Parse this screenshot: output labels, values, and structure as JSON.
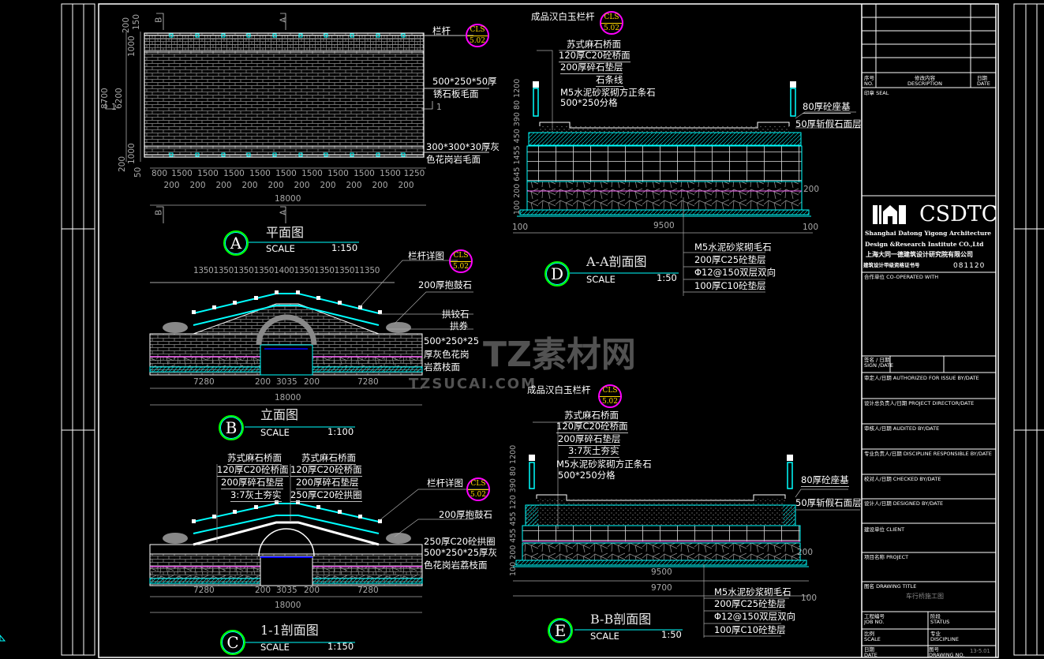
{
  "callout": {
    "top": "CLS",
    "bottom": "5.02"
  },
  "plan": {
    "marker": "A",
    "title": "平面图",
    "scale_label": "SCALE",
    "scale": "1:150",
    "railing": "栏杆",
    "note1a": "500*250*50厚",
    "note1b": "锈石板毛面",
    "note2a": "300*300*30厚灰",
    "note2b": "色花岗岩毛面",
    "seg_widths": [
      "800",
      "1500",
      "1500",
      "1500",
      "1500",
      "1500",
      "1500",
      "1500",
      "1500",
      "1500",
      "1250"
    ],
    "post_widths": [
      "200",
      "200",
      "200",
      "200",
      "200",
      "200",
      "200",
      "200",
      "200",
      "200"
    ],
    "total": "18000",
    "vert_dims": [
      "8700",
      "6200",
      "1000",
      "200",
      "150",
      "1000",
      "200",
      "50"
    ],
    "cut_b": "B",
    "cut_a": "A",
    "cut_1": "1"
  },
  "elevation": {
    "marker": "B",
    "title": "立面图",
    "scale_label": "SCALE",
    "scale": "1:100",
    "top_dims": "1350135013501350140013501350135011350",
    "railing_detail": "栏杆详图",
    "drum_stone": "200厚抱鼓石",
    "hinge_stone": "拱铰石",
    "arch_ring": "拱券",
    "facing_a": "500*250*25",
    "facing_b": "厚灰色花岗",
    "facing_c": "岩荔枝面",
    "dims": [
      "7280",
      "200",
      "3035",
      "200",
      "7280"
    ],
    "total": "18000"
  },
  "section11": {
    "marker": "C",
    "title": "1-1剖面图",
    "scale_label": "SCALE",
    "scale": "1:150",
    "left_layers": [
      "苏式麻石桥面",
      "120厚C20砼桥面",
      "200厚碎石垫层",
      "3:7灰土夯实"
    ],
    "right_layers": [
      "苏式麻石桥面",
      "120厚C20砼桥面",
      "200厚碎石垫层",
      "250厚C20砼拱圈"
    ],
    "railing_detail": "栏杆详图",
    "drum_stone": "200厚抱鼓石",
    "arch": "250厚C20砼拱圈",
    "facing_a": "500*250*25厚灰",
    "facing_b": "色花岗岩荔枝面",
    "dims": [
      "7280",
      "200",
      "3035",
      "200",
      "7280"
    ],
    "total": "18000"
  },
  "sectionAA": {
    "marker": "D",
    "title": "A-A剖面图",
    "scale_label": "SCALE",
    "scale": "1:50",
    "railing": "成品汉白玉栏杆",
    "layers": [
      "苏式麻石桥面",
      "120厚C20砼桥面",
      "200厚碎石垫层",
      "石条线",
      "M5水泥砂浆砌方正条石",
      "500*250分格"
    ],
    "base": "80厚砼座基",
    "face": "50厚斩假石面层",
    "bottom_layers": [
      "M5水泥砂浆砌毛石",
      "200厚C25砼垫层",
      "Φ12@150双层双向",
      "100厚C10砼垫层"
    ],
    "dims": [
      "100",
      "9500",
      "100"
    ],
    "vert_dims": "100 200 645 1455 450 390 80 1200",
    "side_dim": "200"
  },
  "sectionBB": {
    "marker": "E",
    "title": "B-B剖面图",
    "scale_label": "SCALE",
    "scale": "1:50",
    "railing": "成品汉白玉栏杆",
    "layers": [
      "苏式麻石桥面",
      "120厚C20砼桥面",
      "200厚碎石垫层",
      "3:7灰土夯实",
      "M5水泥砂浆砌方正条石",
      "500*250分格"
    ],
    "base": "80厚砼座基",
    "face": "50厚斩假石面层",
    "bottom_layers": [
      "M5水泥砂浆砌毛石",
      "200厚C25砼垫层",
      "Φ12@150双层双向",
      "100厚C10砼垫层"
    ],
    "dims": [
      "9500",
      "9700",
      "100"
    ],
    "vert_dims": "100 200 455 455 120 390 80 1200",
    "side_dim": "200"
  },
  "watermark": {
    "cn": "TZ素材网",
    "en": "TZSUCAI.COM"
  },
  "title_block": {
    "rev_no": "序号",
    "rev_no_en": "NO.",
    "rev_desc": "修改内容",
    "rev_desc_en": "DESCRIPTION",
    "rev_date": "日期",
    "rev_date_en": "DATE",
    "seal": "印章 SEAL",
    "logo": "CSDTC",
    "company_en1": "Shanghai Datong Yigong Architecture",
    "company_en2": "Design &Research Institute CO.,Ltd",
    "company_cn": "上海大同一德建筑设计研究院有限公司",
    "cert_label": "建筑设计甲级资格证书号",
    "cert_no": "081120",
    "coop": "合作单位  CO-OPERATED WITH",
    "sign": "签名 / 日期",
    "sign_en": "SIGN /DATE",
    "roles": [
      "审定人/日期  AUTHORIZED FOR ISSUE BY/DATE",
      "设计总负责人/日期  PROJECT DIRECTOR/DATE",
      "审核人/日期  AUDITED BY/DATE",
      "专业负责人/日期  DISCIPLINE RESPONSIBLE BY/DATE",
      "校对人/日期  CHECKED BY/DATE",
      "设计人/日期  DESIGNED BY/DATE"
    ],
    "client": "建设单位  CLIENT",
    "project": "项目名称  PROJECT",
    "drawing_title_label": "图名 DRAWING TITLE",
    "drawing_title": "车行桥施工图",
    "job_no": "工程编号",
    "job_no_en": "JOB NO.",
    "status": "阶段",
    "status_en": "STATUS",
    "scale": "比例",
    "scale_en": "SCALE",
    "discipline": "专业",
    "discipline_en": "DISCIPLINE",
    "date": "日期",
    "date_en": "DATE",
    "drawing_no": "图号",
    "drawing_no_en": "DRAWING NO.",
    "drawing_no_value": "13-5.01"
  },
  "colors": {
    "background": "#000000",
    "cyan": "#00ffff",
    "magenta": "#ff00ff",
    "yellow": "#ffd700",
    "green": "#00ff00",
    "dim": "#a8a8a8"
  }
}
